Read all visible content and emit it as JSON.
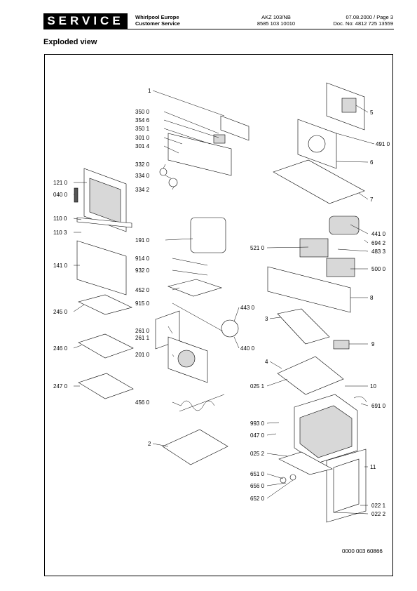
{
  "header": {
    "service": "SERVICE",
    "company": "Whirlpool Europe",
    "department": "Customer Service",
    "model": "AKZ 103/NB",
    "part_number": "8585 103 10010",
    "date_page": "07.08.2000 / Page 3",
    "doc_no": "Doc. No: 4812 725 13559"
  },
  "section_title": "Exploded view",
  "drawing_number": "0000 003 60866",
  "parts": [
    {
      "id": "1"
    },
    {
      "id": "350 0"
    },
    {
      "id": "354 6"
    },
    {
      "id": "350 1"
    },
    {
      "id": "301 0"
    },
    {
      "id": "301 4"
    },
    {
      "id": "332 0"
    },
    {
      "id": "334 0"
    },
    {
      "id": "334 2"
    },
    {
      "id": "121 0"
    },
    {
      "id": "040 0"
    },
    {
      "id": "110 0"
    },
    {
      "id": "110 3"
    },
    {
      "id": "141 0"
    },
    {
      "id": "245 0"
    },
    {
      "id": "246 0"
    },
    {
      "id": "247 0"
    },
    {
      "id": "191 0"
    },
    {
      "id": "914 0"
    },
    {
      "id": "932 0"
    },
    {
      "id": "452 0"
    },
    {
      "id": "915 0"
    },
    {
      "id": "443 0"
    },
    {
      "id": "261 0"
    },
    {
      "id": "261 1"
    },
    {
      "id": "201 0"
    },
    {
      "id": "440 0"
    },
    {
      "id": "456 0"
    },
    {
      "id": "2"
    },
    {
      "id": "5"
    },
    {
      "id": "491 0"
    },
    {
      "id": "6"
    },
    {
      "id": "7"
    },
    {
      "id": "441 0"
    },
    {
      "id": "694 2"
    },
    {
      "id": "521 0"
    },
    {
      "id": "483 3"
    },
    {
      "id": "500 0"
    },
    {
      "id": "8"
    },
    {
      "id": "3"
    },
    {
      "id": "9"
    },
    {
      "id": "4"
    },
    {
      "id": "025 1"
    },
    {
      "id": "10"
    },
    {
      "id": "691 0"
    },
    {
      "id": "993 0"
    },
    {
      "id": "047 0"
    },
    {
      "id": "025 2"
    },
    {
      "id": "11"
    },
    {
      "id": "651 0"
    },
    {
      "id": "656 0"
    },
    {
      "id": "652 0"
    },
    {
      "id": "022 1"
    },
    {
      "id": "022 2"
    }
  ]
}
